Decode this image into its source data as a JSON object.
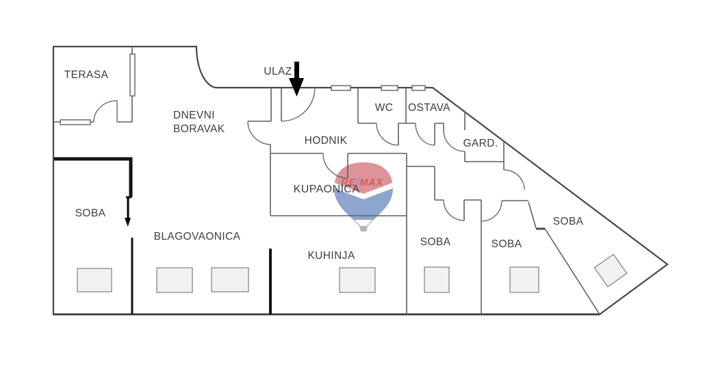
{
  "floor_plan": {
    "rooms": {
      "terasa": "TERASA",
      "dnevni_boravak": [
        "DNEVNI",
        "BORAVAK"
      ],
      "ulaz": "ULAZ",
      "wc": "WC",
      "ostava": "OSTAVA",
      "gard": "GARD.",
      "hodnik": "HODNIK",
      "kupaonica": "KUPAONICA",
      "soba_left": "SOBA",
      "blagovaonica": "BLAGOVAONICA",
      "kuhinja": "KUHINJA",
      "soba_mid_left": "SOBA",
      "soba_mid_right": "SOBA",
      "soba_corner": "SOBA"
    },
    "logo": {
      "part1": "RE",
      "slash": "/",
      "part2": "MAX"
    },
    "colors": {
      "wall_thin": "#5f5f5f",
      "wall_outer": "#474747",
      "wall_thick": "#141414",
      "label_text": "#3d3d3d",
      "logo_balloon_red": "#dd9399",
      "logo_balloon_blue": "#8ea5cd",
      "logo_text_red": "#cf5f68",
      "logo_text_blue": "#7e95c6",
      "furniture_fill": "#f1f1f0",
      "furniture_stroke": "#8e8e8e"
    }
  }
}
